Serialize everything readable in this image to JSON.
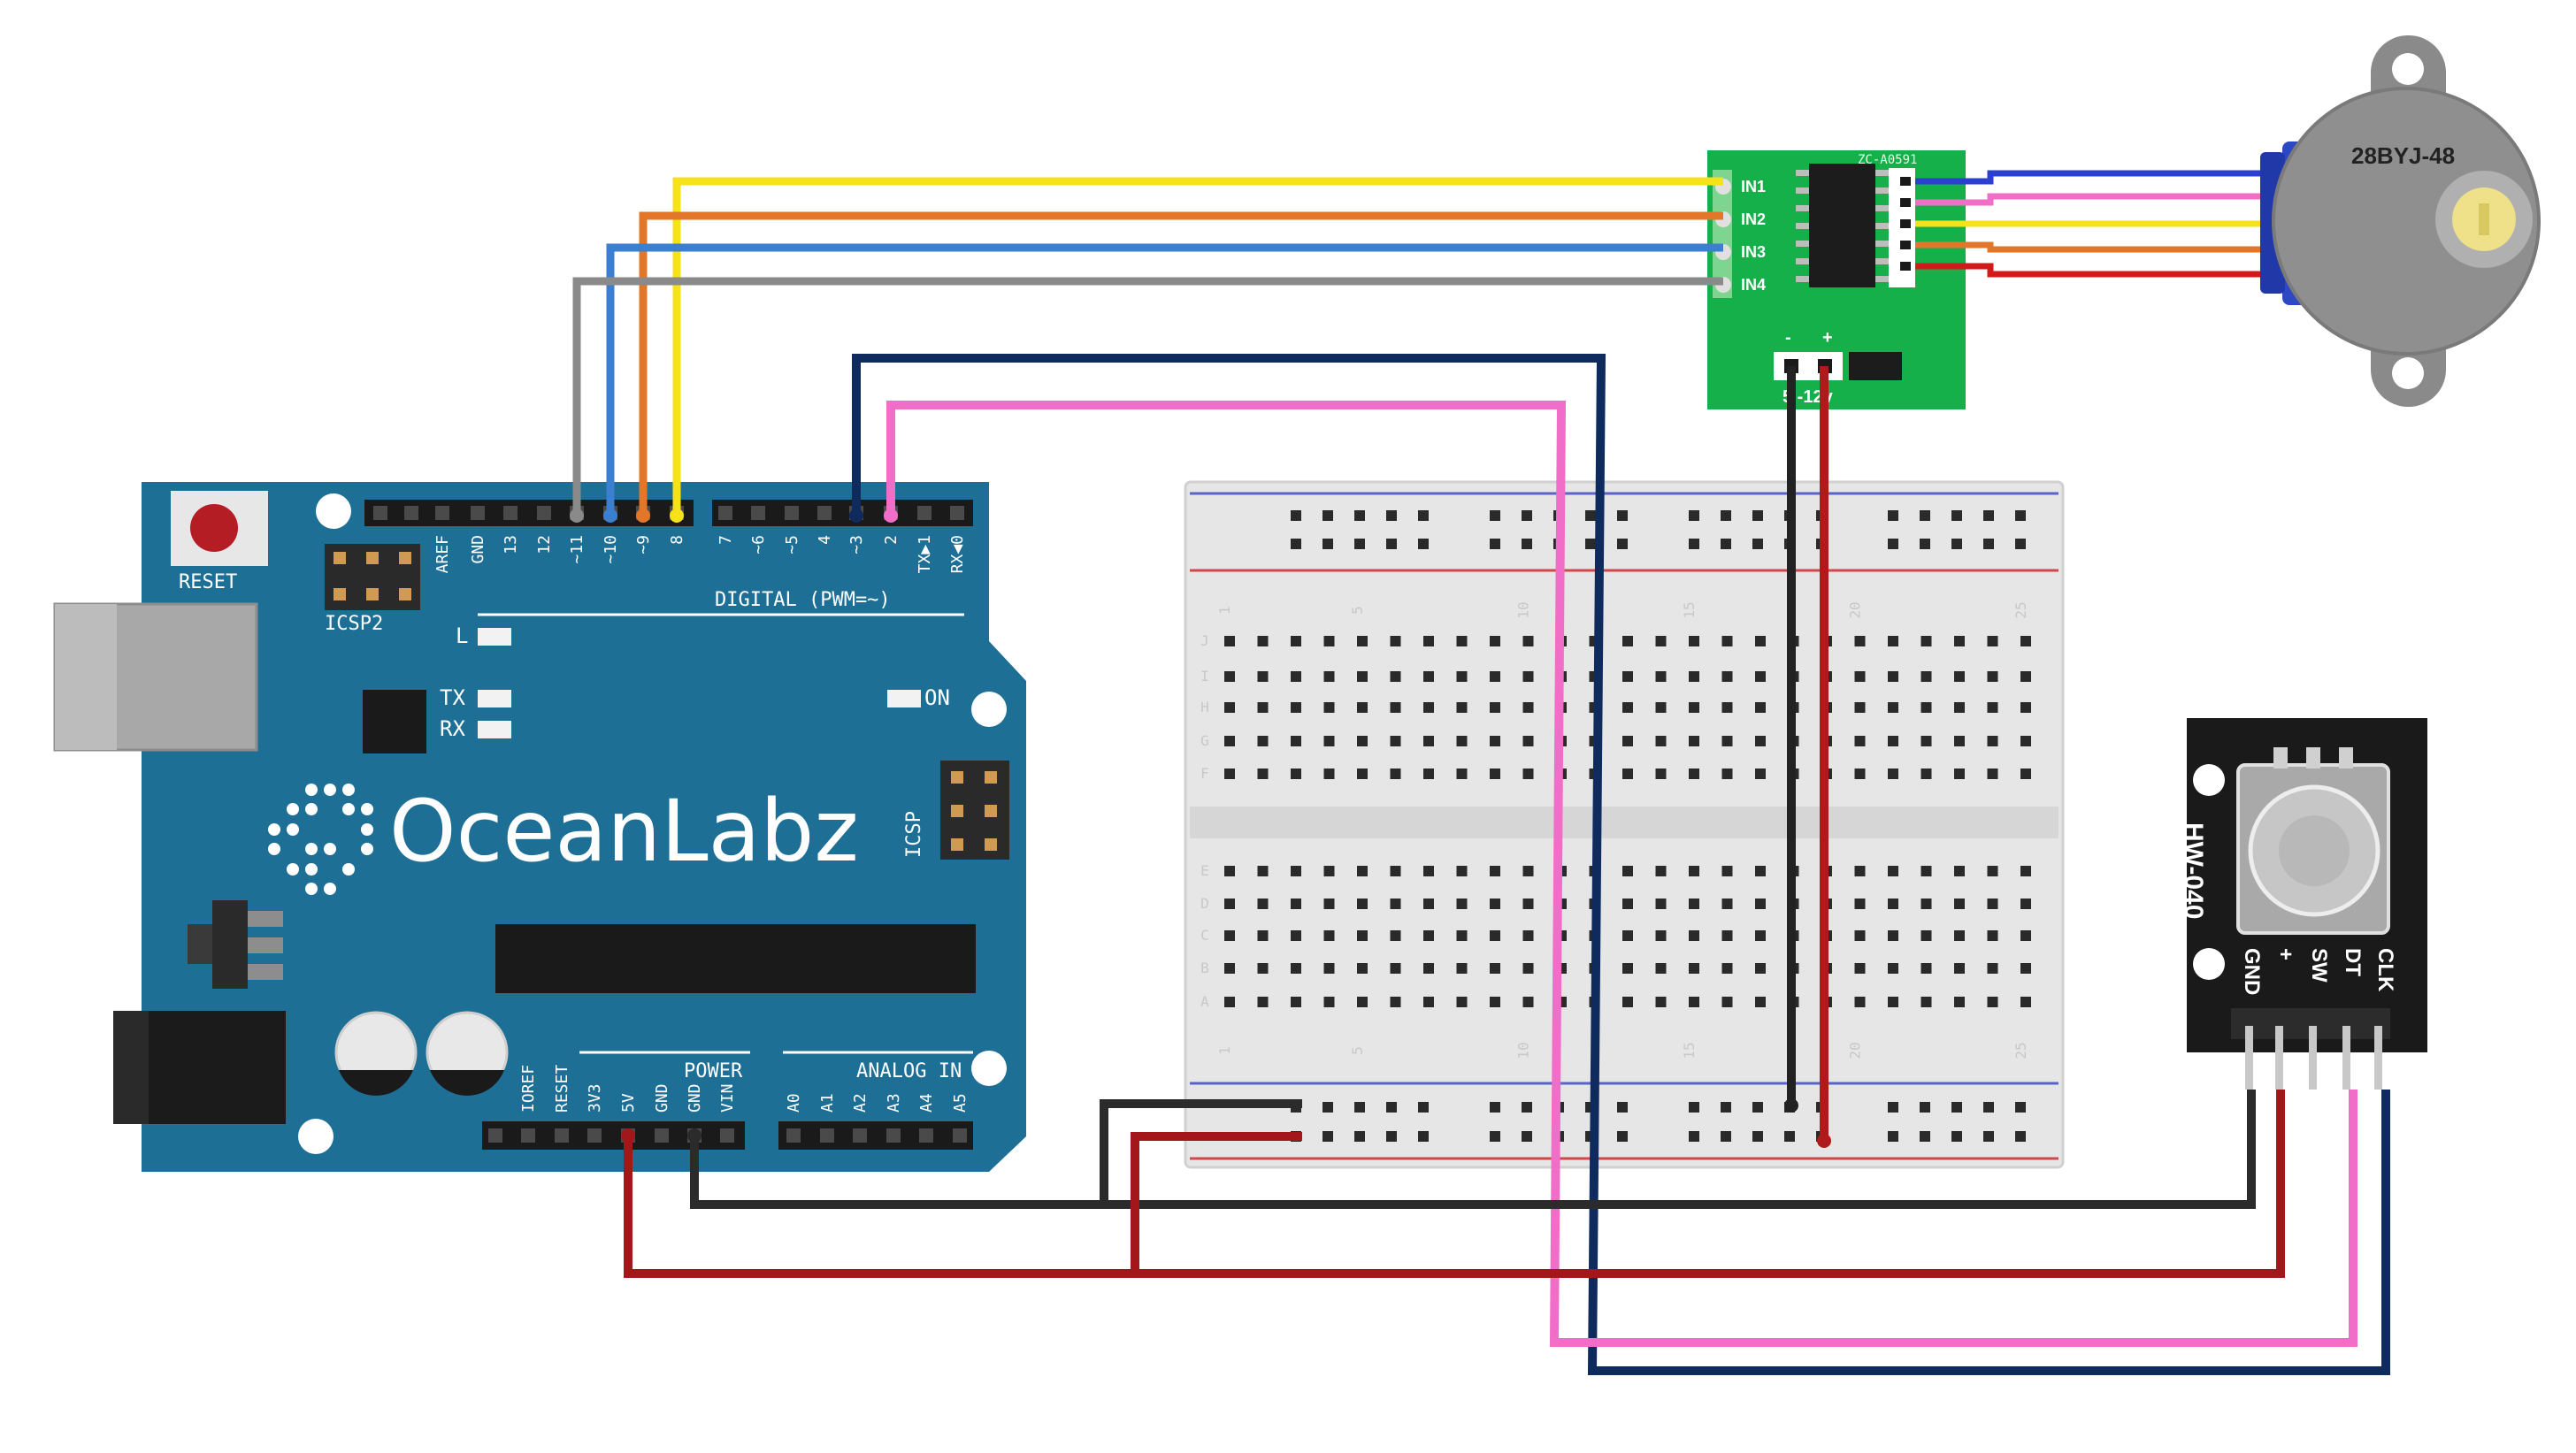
{
  "arduino": {
    "brand": "OceanLabz",
    "reset_label": "RESET",
    "icsp2_label": "ICSP2",
    "icsp_label": "ICSP",
    "led_l": "L",
    "led_tx": "TX",
    "led_rx": "RX",
    "led_on": "ON",
    "digital_label": "DIGITAL (PWM=~)",
    "power_label": "POWER",
    "analog_label": "ANALOG IN",
    "digital_pins": [
      "AREF",
      "GND",
      "13",
      "12",
      "~11",
      "~10",
      "~9",
      "8",
      "7",
      "~6",
      "~5",
      "4",
      "~3",
      "2",
      "TX▶1",
      "RX◀0"
    ],
    "power_pins": [
      "IOREF",
      "RESET",
      "3V3",
      "5V",
      "GND",
      "GND",
      "VIN"
    ],
    "analog_pins": [
      "A0",
      "A1",
      "A2",
      "A3",
      "A4",
      "A5"
    ]
  },
  "driver": {
    "chip_label": "ZC-A0591",
    "inputs": [
      "IN1",
      "IN2",
      "IN3",
      "IN4"
    ],
    "voltage": "5 -12v",
    "minus": "-",
    "plus": "+"
  },
  "motor": {
    "label": "28BYJ-48"
  },
  "encoder": {
    "model": "HW-040",
    "pins": [
      "CLK",
      "DT",
      "SW",
      "+",
      "GND"
    ]
  },
  "breadboard": {
    "column_numbers": [
      "1",
      "5",
      "10",
      "15",
      "20",
      "25"
    ],
    "row_letters_top": [
      "J",
      "I",
      "H",
      "G",
      "F"
    ],
    "row_letters_bottom": [
      "E",
      "D",
      "C",
      "B",
      "A"
    ]
  },
  "colors": {
    "board": "#1e6f96",
    "driver_pcb": "#16b04a",
    "wire_yellow": "#f5e21a",
    "wire_orange": "#e2772a",
    "wire_blue": "#3a7fd0",
    "wire_gray": "#8a8a8a",
    "wire_navy": "#0f2a5c",
    "wire_pink": "#f06ec8",
    "wire_black": "#2b2b2b",
    "wire_red": "#a3161a"
  }
}
